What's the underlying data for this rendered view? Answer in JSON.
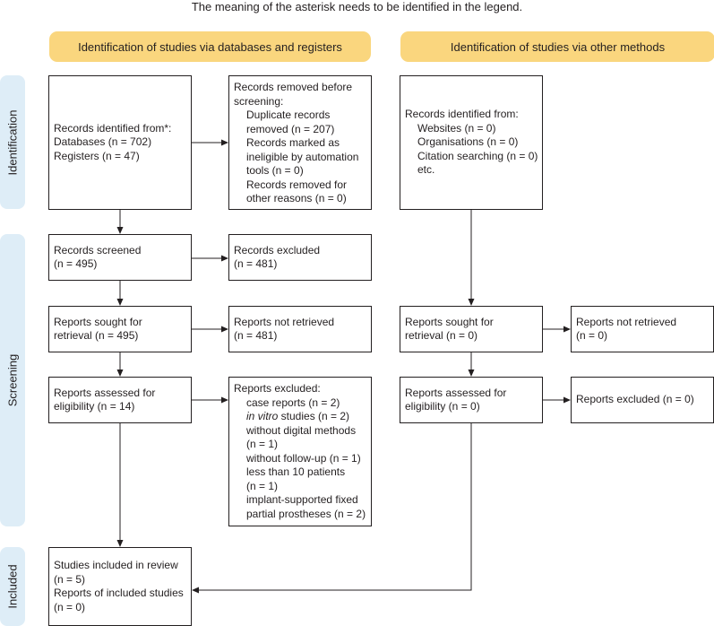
{
  "top_note": "The meaning of the asterisk needs to be identified in the legend.",
  "headers": {
    "left": "Identification of studies via databases and registers",
    "right": "Identification of studies via other methods"
  },
  "phases": {
    "identification": "Identification",
    "screening": "Screening",
    "included": "Included"
  },
  "left": {
    "identified": {
      "title": "Records identified from*:",
      "lines": [
        "Databases (n = 702)",
        "Registers (n = 47)"
      ]
    },
    "removed": {
      "title": "Records removed before",
      "title2": "screening:",
      "items": [
        "Duplicate records",
        "removed (n = 207)",
        "Records marked as",
        "ineligible by automation",
        "tools (n = 0)",
        "Records removed for",
        "other reasons (n = 0)"
      ]
    },
    "screened": [
      "Records screened",
      "(n = 495)"
    ],
    "excluded": [
      "Records excluded",
      "(n = 481)"
    ],
    "sought": [
      "Reports sought for",
      "retrieval (n = 495)"
    ],
    "not_retrieved": [
      "Reports not retrieved",
      "(n = 481)"
    ],
    "assessed": [
      "Reports assessed for",
      "eligibility (n = 14)"
    ],
    "reports_excluded": {
      "title": "Reports excluded:",
      "items": [
        "case reports (n = 2)",
        "in vitro",
        " studies (n = 2)",
        "without digital methods",
        "(n = 1)",
        "without follow-up (n = 1)",
        "less than 10 patients",
        "(n = 1)",
        "implant-supported fixed",
        "partial prostheses (n = 2)"
      ]
    },
    "included": [
      "Studies included in review",
      "(n = 5)",
      "Reports of included studies",
      "(n = 0)"
    ]
  },
  "right": {
    "identified": {
      "title": "Records identified from:",
      "items": [
        "Websites (n = 0)",
        "Organisations (n = 0)",
        "Citation searching (n = 0)",
        "etc."
      ]
    },
    "sought": [
      "Reports sought for",
      "retrieval (n = 0)"
    ],
    "not_retrieved": [
      "Reports not retrieved",
      "(n = 0)"
    ],
    "assessed": [
      "Reports assessed for",
      "eligibility (n = 0)"
    ],
    "excluded": [
      "Reports excluded (n = 0)"
    ]
  },
  "colors": {
    "header_bg": "#fad67e",
    "phase_bg": "#deedf7",
    "line": "#231f20"
  }
}
